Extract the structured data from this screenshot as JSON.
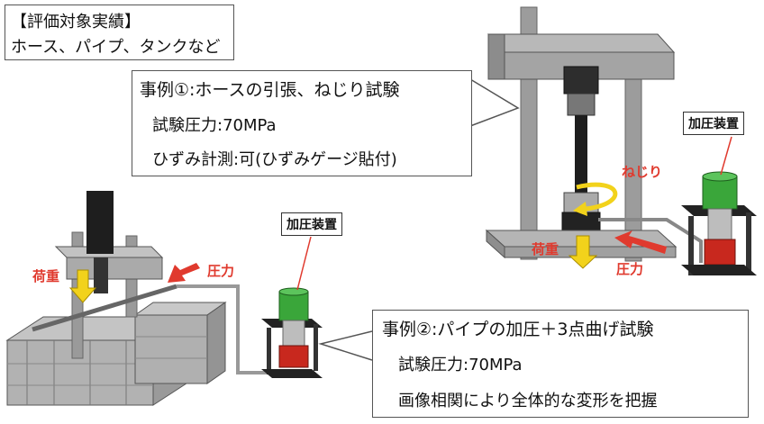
{
  "targets_box": {
    "line1": "【評価対象実績】",
    "line2": "ホース、パイプ、タンクなど"
  },
  "case1": {
    "title": "事例①:ホースの引張、ねじり試験",
    "pressure": "試験圧力:70MPa",
    "strain": "ひずみ計測:可(ひずみゲージ貼付)"
  },
  "case2": {
    "title": "事例②:パイプの加圧＋3点曲げ試験",
    "pressure": "試験圧力:70MPa",
    "note": "画像相関により全体的な変形を把握"
  },
  "labels": {
    "pressurizer_right": "加圧装置",
    "pressurizer_mid": "加圧装置",
    "torsion": "ねじり",
    "load_right": "荷重",
    "pressure_right": "圧力",
    "load_left": "荷重",
    "pressure_left": "圧力"
  },
  "colors": {
    "label_red": "#e03a2e",
    "arrow_yellow": "#f2d21b",
    "pressurizer_green": "#3aa63a",
    "pressurizer_red": "#c8281e",
    "frame_gray": "#9a9a9a"
  }
}
